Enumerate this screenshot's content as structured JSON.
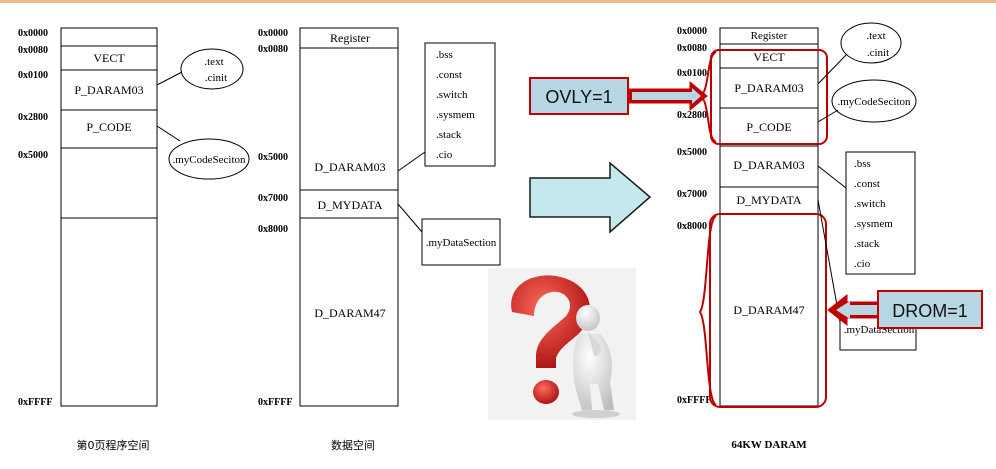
{
  "header_line_color": "#e8b98a",
  "page": {
    "addresses": [
      "0x0000",
      "0x0080",
      "0x0100",
      "0x2800",
      "0x5000",
      "0xFFFF"
    ],
    "blocks": [
      "VECT",
      "P_DARAM03",
      "P_CODE"
    ],
    "callouts": {
      "text_cinit": [
        ".text",
        ".cinit"
      ],
      "mycodesection": ".myCodeSeciton"
    },
    "caption": "第0页程序空间"
  },
  "data": {
    "addresses": [
      "0x0000",
      "0x0080",
      "0x5000",
      "0x7000",
      "0x8000",
      "0xFFFF"
    ],
    "blocks": [
      "Register",
      "D_DARAM03",
      "D_MYDATA",
      "D_DARAM47"
    ],
    "sections_list": [
      ".bss",
      ".const",
      ".switch",
      ".sysmem",
      ".stack",
      ".cio"
    ],
    "mydatasection": ".myDataSection",
    "caption": "数据空间"
  },
  "daram": {
    "addresses": [
      "0x0000",
      "0x0080",
      "0x0100",
      "0x2800",
      "0x5000",
      "0x7000",
      "0x8000",
      "0xFFFF"
    ],
    "blocks": [
      "Register",
      "VECT",
      "P_DARAM03",
      "P_CODE",
      "D_DARAM03",
      "D_MYDATA",
      "D_DARAM47"
    ],
    "callouts": {
      "text_cinit": [
        ".text",
        ".cinit"
      ],
      "mycodesection": ".myCodeSeciton",
      "mydatasection": ".myDataSection"
    },
    "sections_list": [
      ".bss",
      ".const",
      ".switch",
      ".sysmem",
      ".stack",
      ".cio"
    ],
    "caption": "64KW DARAM"
  },
  "labels": {
    "ovly": "OVLY=1",
    "drom": "DROM=1"
  },
  "colors": {
    "arrow_fill": "#c5e8ef",
    "label_fill": "#b7d6e4",
    "red": "#c00000",
    "question_red": "#d42020"
  }
}
